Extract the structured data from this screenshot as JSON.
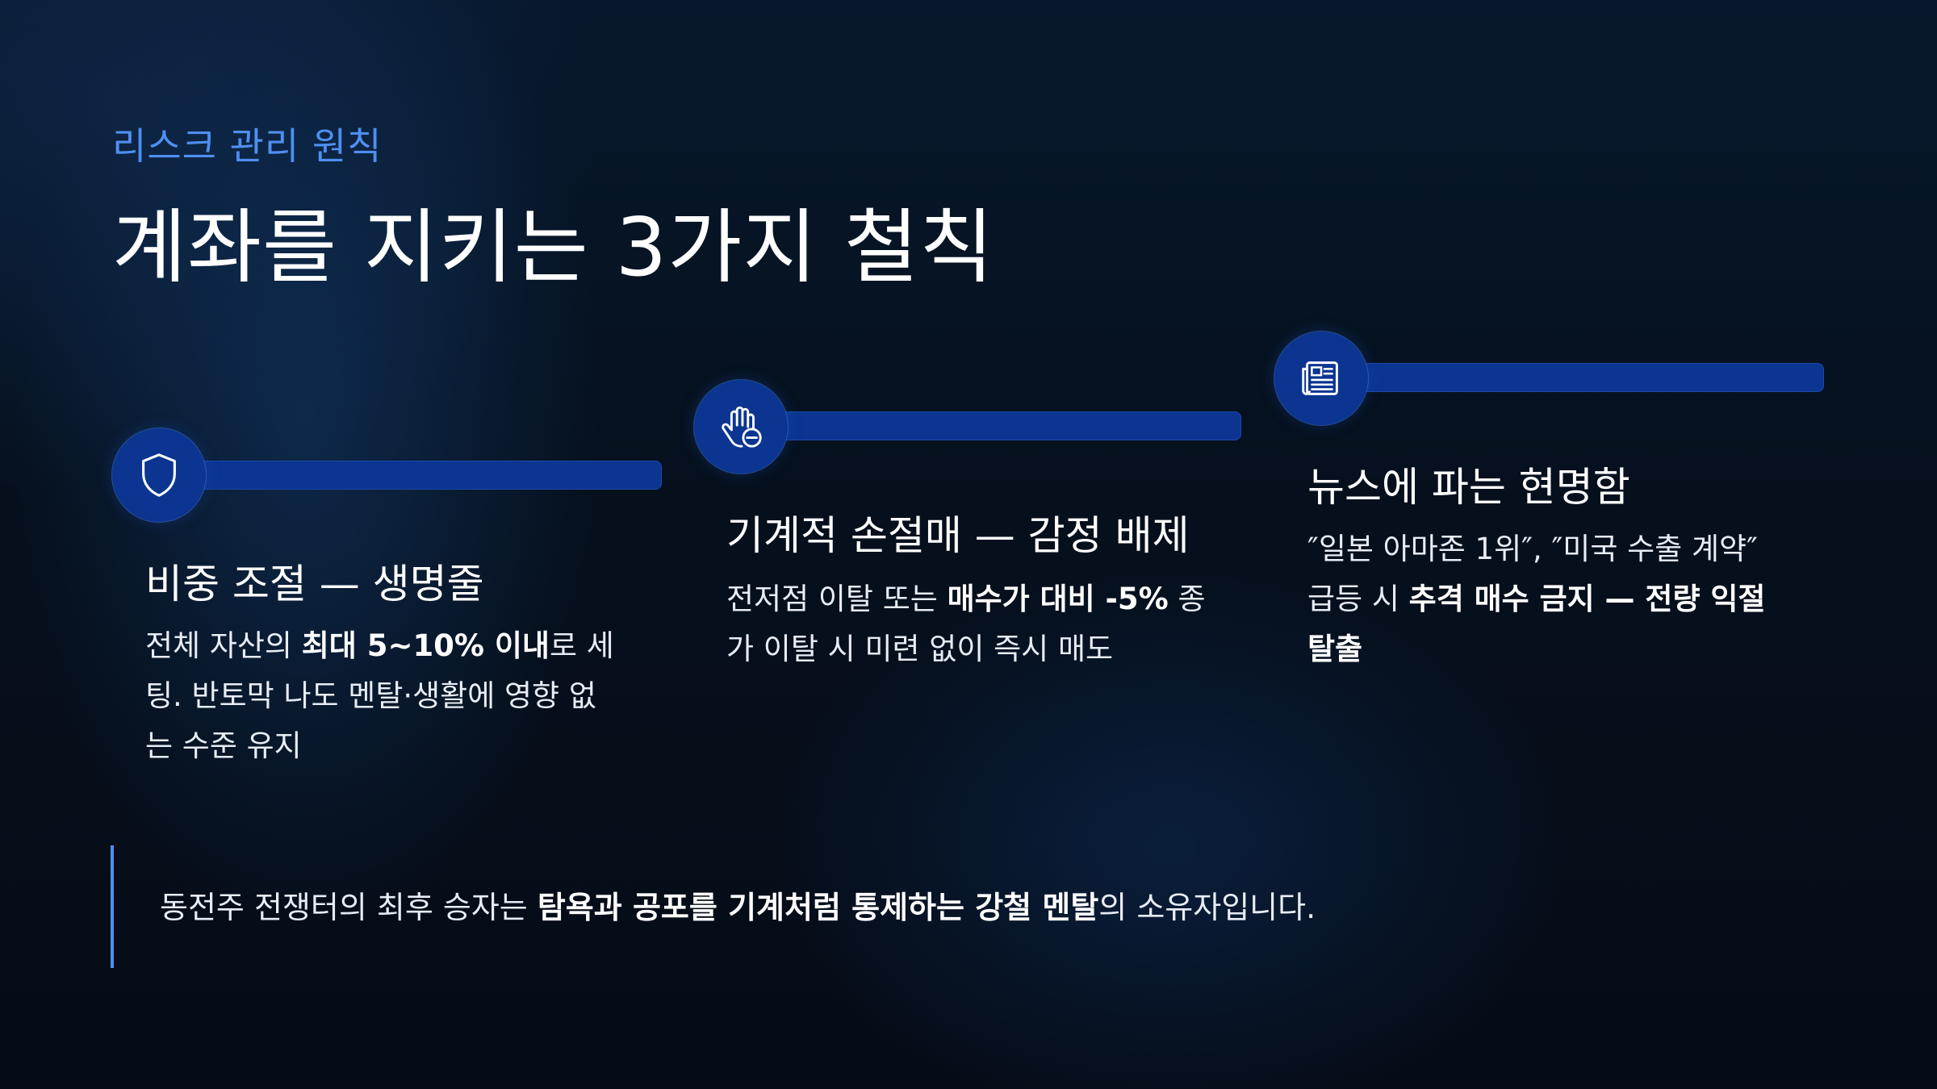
{
  "eyebrow": "리스크 관리 원칙",
  "title": "계좌를 지키는 3가지 철칙",
  "cards": [
    {
      "icon": "shield-icon",
      "title": "비중 조절 — 생명줄",
      "desc": [
        {
          "text": "전체 자산의 ",
          "bold": false
        },
        {
          "text": "최대 5~10% 이내",
          "bold": true
        },
        {
          "text": "로 세팅. 반토막 나도 멘탈·생활에 영향 없는 수준 유지",
          "bold": false
        }
      ]
    },
    {
      "icon": "hand-stop-icon",
      "title": "기계적 손절매 — 감정 배제",
      "desc": [
        {
          "text": "전저점 이탈 또는 ",
          "bold": false
        },
        {
          "text": "매수가 대비 -5%",
          "bold": true
        },
        {
          "text": " 종가 이탈 시 미련 없이 즉시 매도",
          "bold": false
        }
      ]
    },
    {
      "icon": "newspaper-icon",
      "title": "뉴스에 파는 현명함",
      "desc": [
        {
          "text": "″일본 아마존 1위″, ″미국 수출 계약″ 급등 시 ",
          "bold": false
        },
        {
          "text": "추격 매수 금지 — 전량 익절 탈출",
          "bold": true
        }
      ]
    }
  ],
  "quote": [
    {
      "text": "동전주 전쟁터의 최후 승자는 ",
      "bold": false
    },
    {
      "text": "탐욕과 공포를 기계처럼 통제하는 강철 멘탈",
      "bold": true
    },
    {
      "text": "의 소유자입니다.",
      "bold": false
    }
  ],
  "colors": {
    "accent": "#4f8ff0",
    "badge": "#0b3591",
    "background": "#050d18"
  }
}
